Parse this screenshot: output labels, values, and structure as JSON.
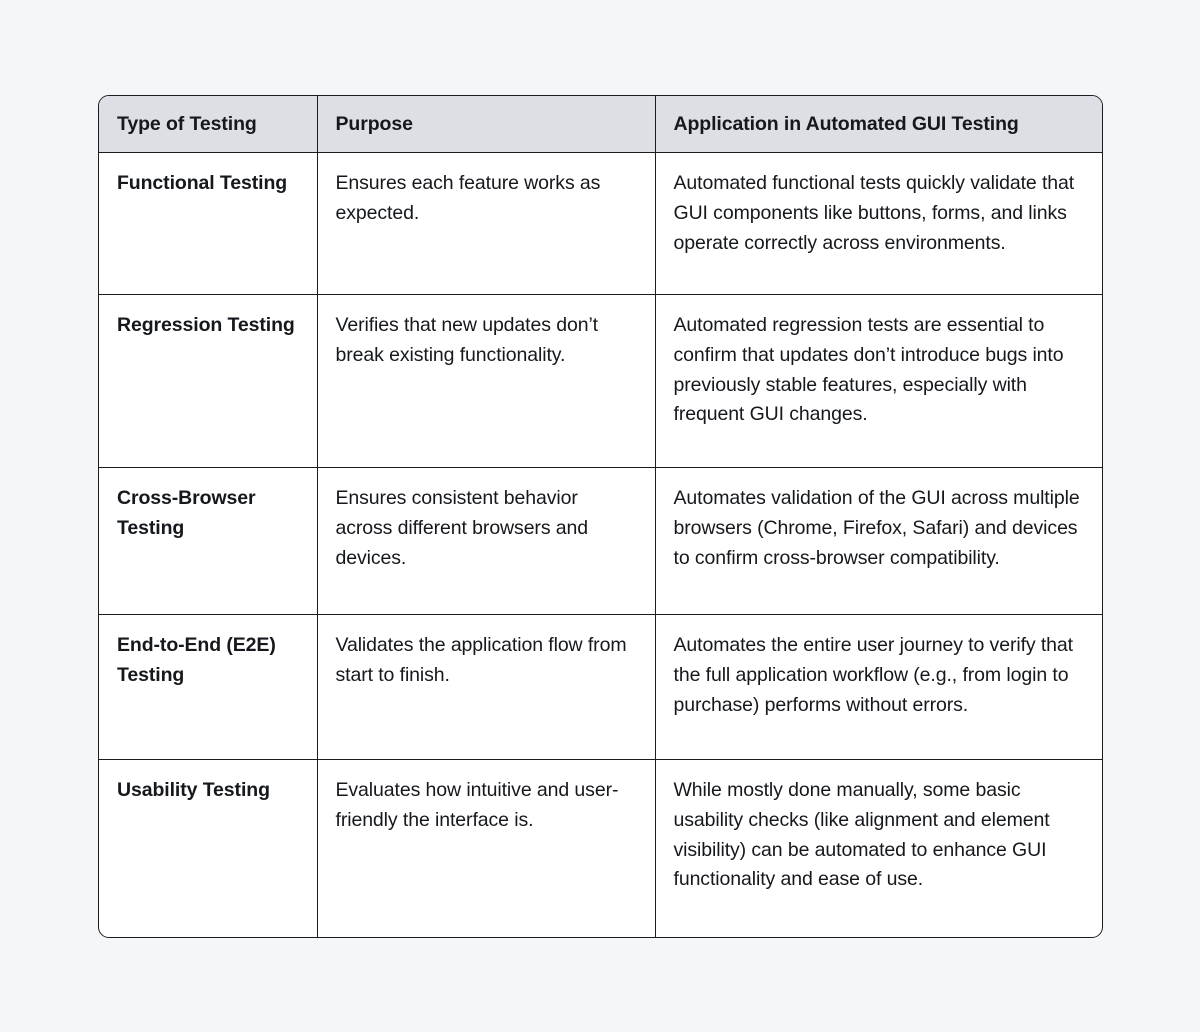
{
  "table": {
    "columns": [
      "Type of Testing",
      "Purpose",
      "Application in Automated GUI Testing"
    ],
    "rows": [
      {
        "type": "Functional Testing",
        "purpose": "Ensures each feature works as expected.",
        "application": "Automated functional tests quickly validate that GUI components like buttons, forms, and links operate correctly across environments."
      },
      {
        "type": "Regression Testing",
        "purpose": "Verifies that new updates don’t break existing functionality.",
        "application": "Automated regression tests are essential to confirm that updates don’t introduce bugs into previously stable features, especially with frequent GUI changes."
      },
      {
        "type": "Cross-Browser Testing",
        "purpose": "Ensures consistent behavior across different browsers and devices.",
        "application": "Automates validation of the GUI across multiple browsers (Chrome, Firefox, Safari) and devices to confirm cross-browser compatibility."
      },
      {
        "type": "End-to-End (E2E) Testing",
        "purpose": "Validates the application flow from start to finish.",
        "application": "Automates the entire user journey to verify that the full application workflow (e.g., from login to purchase) performs without errors."
      },
      {
        "type": "Usability Testing",
        "purpose": "Evaluates how intuitive and user-friendly the interface is.",
        "application": "While mostly done manually, some basic usability checks (like alignment and element visibility) can be automated to enhance GUI functionality and ease of use."
      }
    ]
  },
  "colors": {
    "page_background": "#f5f6f8",
    "header_background": "#dcdfe3",
    "border": "#1c1c1c",
    "text": "#15181c",
    "cell_background": "#ffffff"
  }
}
